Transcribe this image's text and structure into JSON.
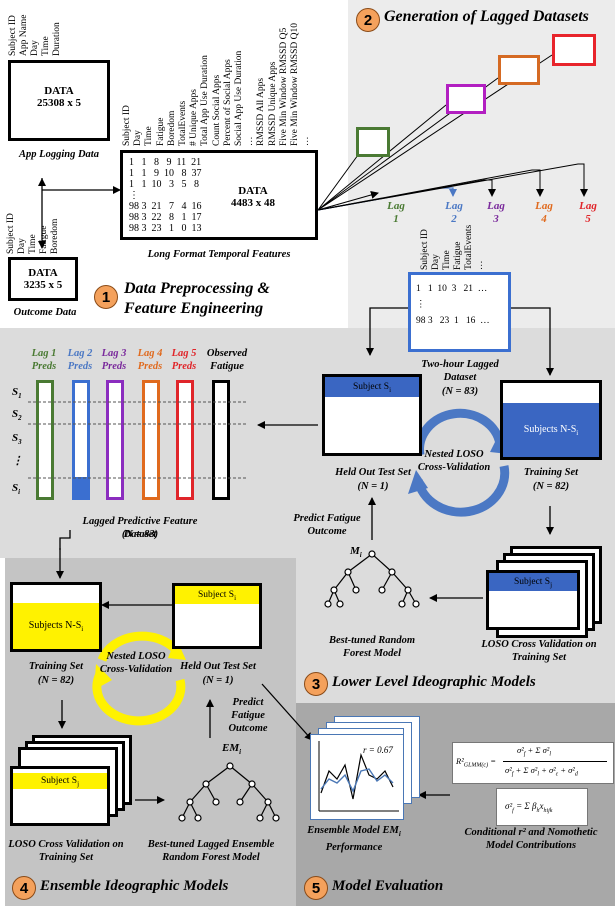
{
  "panel1": {
    "number": "1",
    "title_line1": "Data Preprocessing &",
    "title_line2": "Feature Engineering",
    "app_cols": [
      "Subject ID",
      "App Name",
      "Day",
      "Time",
      "Duration"
    ],
    "app_box_title": "DATA",
    "app_box_dims": "25308 x 5",
    "app_caption": "App Logging Data",
    "outcome_cols": [
      "Subject ID",
      "Day",
      "Time",
      "Fatigue",
      "Boredom"
    ],
    "outcome_box_title": "DATA",
    "outcome_box_dims": "3235 x 5",
    "outcome_caption": "Outcome Data",
    "long_cols": [
      "Subject ID",
      "Day",
      "Time",
      "Fatigue",
      "Boredom",
      "TotalEvents",
      "# Unique Apps",
      "Total App Use Duration",
      "Count Social Apps",
      "Percent of Social Apps",
      "Social App Use Duration",
      "…",
      "RMSSD All Apps",
      "RMSSD Unique Apps",
      "Five Min Window RMSSD Q5",
      "Five Min Window RMSSD Q10",
      "…"
    ],
    "long_rows": [
      "1   1   8   9  11  21",
      "1   1   9  10   8  37",
      "1   1  10   3   5   8",
      "⋮",
      "98 3  21   7   4  16",
      "98 3  22   8   1  17",
      "98 3  23   1   0  13"
    ],
    "long_box_title": "DATA",
    "long_box_dims": "4483 x 48",
    "long_caption": "Long Format Temporal Features"
  },
  "panel2": {
    "number": "2",
    "title": "Generation of Lagged Datasets",
    "lags": [
      {
        "label": "Lag",
        "num": "1",
        "color": "#4a7a33"
      },
      {
        "label": "Lag",
        "num": "2",
        "color": "#4b78c4"
      },
      {
        "label": "Lag",
        "num": "3",
        "color": "#7a2a9c"
      },
      {
        "label": "Lag",
        "num": "4",
        "color": "#e06a1e"
      },
      {
        "label": "Lag",
        "num": "5",
        "color": "#e0252a"
      }
    ],
    "lagged_cols": [
      "Subject ID",
      "Day",
      "Time",
      "Fatigue",
      "TotalEvents",
      "…"
    ],
    "lagged_rows": [
      "1   1  10  3   21  …",
      "⋮",
      "98 3   23  1   16  …"
    ],
    "dataset_caption": "Two-hour Lagged Dataset",
    "dataset_n": "(N = 83)"
  },
  "panel3": {
    "number": "3",
    "title": "Lower Level Ideographic Models",
    "pred_headers": [
      {
        "text": "Lag 1 Preds",
        "color": "#4a7a33"
      },
      {
        "text": "Lag 2 Preds",
        "color": "#4b78c4"
      },
      {
        "text": "Lag 3 Preds",
        "color": "#7a2a9c"
      },
      {
        "text": "Lag 4 Preds",
        "color": "#e06a1e"
      },
      {
        "text": "Lag 5 Preds",
        "color": "#e0252a"
      },
      {
        "text": "Observed Fatigue",
        "color": "#000000"
      }
    ],
    "s_labels": [
      "S",
      "S",
      "S",
      "⋮",
      "S"
    ],
    "s_subs": [
      "1",
      "2",
      "3",
      "",
      "i"
    ],
    "lagged_pred_caption": "Lagged Predictive Feature Dataset",
    "lagged_pred_n": "(N = 83)",
    "held_out_header": "Subject S",
    "held_out_sub": "i",
    "held_out_caption": "Held Out Test Set",
    "held_out_n": "(N = 1)",
    "training_label": "Subjects N-S",
    "training_sub": "i",
    "training_caption": "Training Set",
    "training_n": "(N = 82)",
    "nested_label": "Nested LOSO Cross-Validation",
    "predict_label": "Predict Fatigue Outcome",
    "loso_header": "Subject S",
    "loso_sub": "j",
    "loso_caption": "LOSO Cross Validation on Training Set",
    "model_label": "M",
    "model_sub": "i",
    "model_caption": "Best-tuned Random Forest Model",
    "blue": "#3a66c2"
  },
  "panel4": {
    "number": "4",
    "title": "Ensemble Ideographic Models",
    "training_label": "Subjects N-S",
    "training_sub": "i",
    "training_caption": "Training Set",
    "training_n": "(N = 82)",
    "held_out_header": "Subject S",
    "held_out_sub": "i",
    "held_out_caption": "Held Out Test Set",
    "held_out_n": "(N = 1)",
    "nested_label": "Nested LOSO Cross-Validation",
    "predict_label": "Predict Fatigue Outcome",
    "loso_header": "Subject S",
    "loso_sub": "j",
    "loso_caption": "LOSO Cross Validation on Training Set",
    "model_label": "EM",
    "model_sub": "i",
    "model_caption": "Best-tuned Lagged Ensemble Random Forest Model",
    "yellow": "#fff200"
  },
  "panel5": {
    "number": "5",
    "title": "Model Evaluation",
    "r_value": "r = 0.67",
    "perf_caption": "Ensemble Model EM",
    "perf_sub": "i",
    "perf_caption2": "Performance",
    "formula_caption": "Conditional r² and Nomothetic Model Contributions"
  }
}
